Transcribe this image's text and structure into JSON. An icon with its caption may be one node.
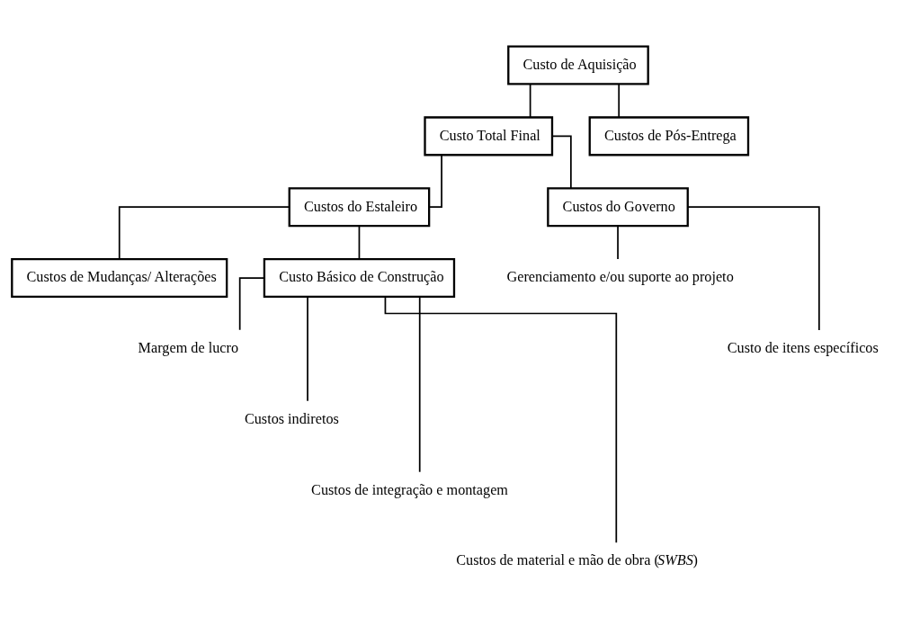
{
  "diagram": {
    "nodes": [
      {
        "text": [
          "Custo de Aquisição"
        ]
      },
      {
        "text": [
          "Custo Total Final"
        ]
      },
      {
        "text": [
          "Custos de Pós-Entrega"
        ]
      },
      {
        "text": [
          "Custos do Estaleiro"
        ]
      },
      {
        "text": [
          "Custos do Governo"
        ]
      },
      {
        "text": [
          "Gerenciamento e/ou suporte ao projeto"
        ]
      },
      {
        "text": [
          "Custo de itens específicos"
        ]
      },
      {
        "text": [
          "Custos de Mudanças/ Alterações"
        ]
      },
      {
        "text": [
          "Custo Básico de Construção"
        ]
      },
      {
        "text": [
          "Margem de lucro"
        ]
      },
      {
        "text": [
          "Custos indiretos"
        ]
      },
      {
        "text": [
          "Custos de integração e montagem"
        ]
      },
      {
        "text": [
          "Custos de material e mão de obra (*SWBS*)"
        ]
      }
    ],
    "edges": [
      {
        "from": 0,
        "to": 1,
        "arrow": "none"
      },
      {
        "from": 0,
        "to": 2,
        "arrow": "none"
      },
      {
        "from": 1,
        "to": 3,
        "arrow": "none"
      },
      {
        "from": 1,
        "to": 4,
        "arrow": "none"
      },
      {
        "from": 4,
        "to": 5,
        "arrow": "none"
      },
      {
        "from": 4,
        "to": 6,
        "arrow": "none"
      },
      {
        "from": 3,
        "to": 7,
        "arrow": "none"
      },
      {
        "from": 3,
        "to": 8,
        "arrow": "none"
      },
      {
        "from": 8,
        "to": 9,
        "arrow": "none"
      },
      {
        "from": 8,
        "to": 10,
        "arrow": "none"
      },
      {
        "from": 8,
        "to": 11,
        "arrow": "none"
      },
      {
        "from": 8,
        "to": 12,
        "arrow": "none"
      }
    ]
  }
}
